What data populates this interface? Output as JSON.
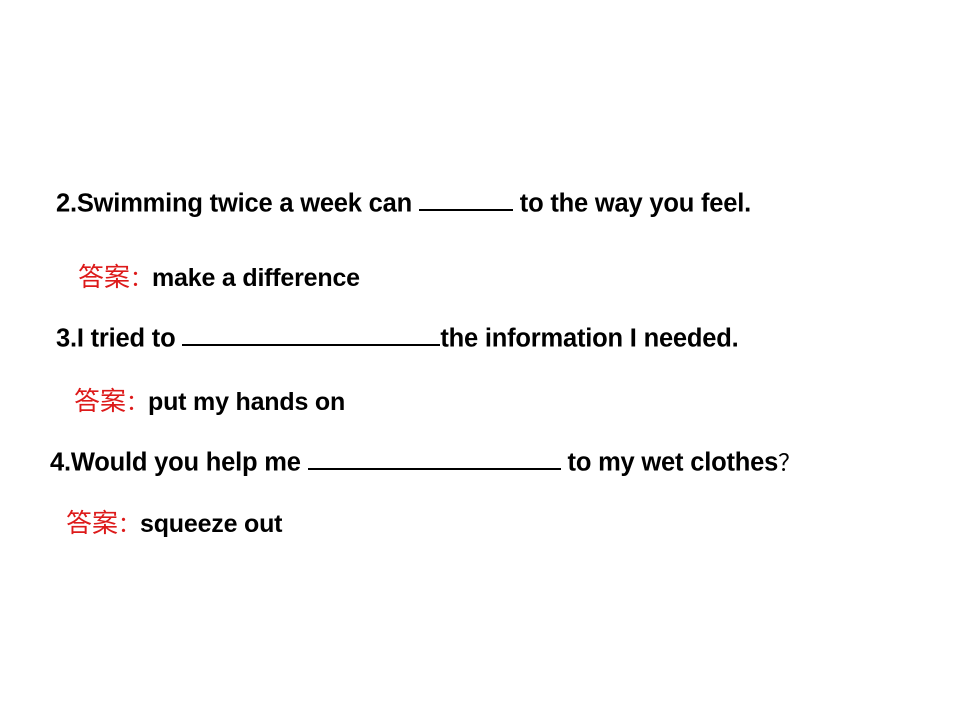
{
  "slide": {
    "background_color": "#ffffff",
    "answer_label_color": "#DD1A1A",
    "text_color": "#000000"
  },
  "items": [
    {
      "id": "q2",
      "kind": "question",
      "number": "2.",
      "text_before_blank": "2.Swimming twice a week can ",
      "blank": "______",
      "text_after_blank": " to the way you feel.",
      "full_text": "2.Swimming twice a week can ______ to the way you feel."
    },
    {
      "id": "a1",
      "kind": "answer",
      "label": "答案",
      "colon": "：",
      "answer": "make a difference"
    },
    {
      "id": "q3",
      "kind": "question",
      "number": "3.",
      "text_before_blank": "3.I tried to ",
      "blank": "_________________",
      "text_after_blank": "the information I needed.",
      "full_text": "3.I tried to _________________the information I needed."
    },
    {
      "id": "a2",
      "kind": "answer",
      "label": "答案",
      "colon": "：",
      "answer": "put my hands on"
    },
    {
      "id": "q4",
      "kind": "question",
      "number": "4.",
      "text_before_blank": "4.Would you help me ",
      "blank": "________________",
      "text_after_blank": " to my wet clothes",
      "trailing_mark": "？",
      "full_text": "4.Would you help me ________________ to my wet clothes？"
    },
    {
      "id": "a3",
      "kind": "answer",
      "label": "答案",
      "colon": "：",
      "answer": "squeeze out"
    }
  ]
}
